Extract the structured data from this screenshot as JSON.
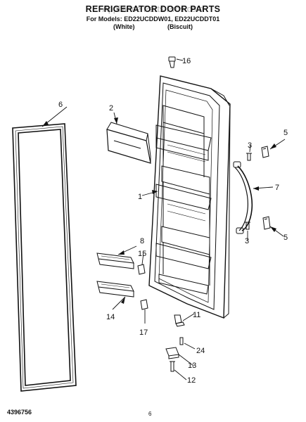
{
  "header": {
    "title": "REFRIGERATOR DOOR PARTS",
    "watermark": "Appliance Parts Pros.com",
    "models": "For Models: ED22UCDDW01, ED22UCDDT01",
    "colors": [
      "(White)",
      "(Biscuit)"
    ]
  },
  "callouts": {
    "p1": "1",
    "p2": "2",
    "p3a": "3",
    "p3b": "3",
    "p5a": "5",
    "p5b": "5",
    "p6": "6",
    "p7": "7",
    "p8": "8",
    "p11": "11",
    "p12": "12",
    "p13": "13",
    "p14": "14",
    "p15": "15",
    "p16": "16",
    "p17": "17",
    "p24": "24"
  },
  "footer": {
    "part_number": "4396756",
    "page_number": "6"
  }
}
